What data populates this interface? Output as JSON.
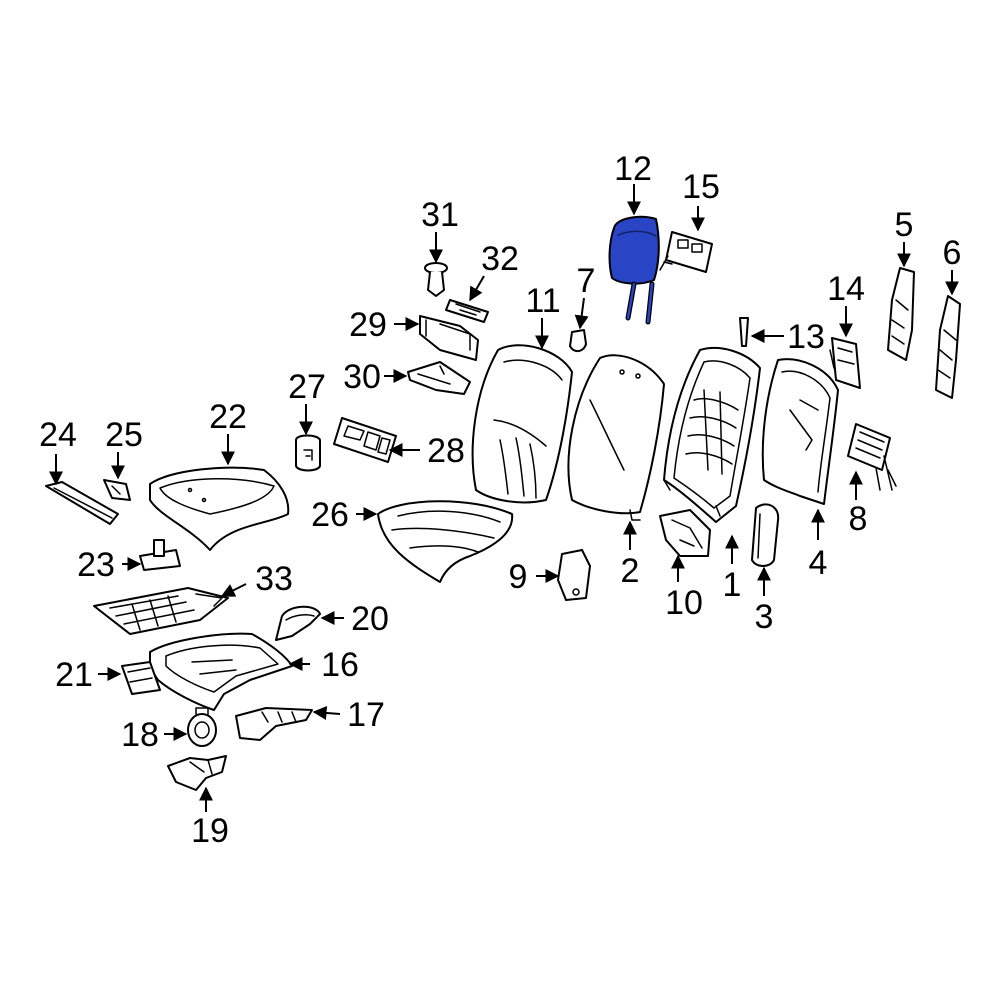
{
  "highlight_color": "#2944c4",
  "callouts": [
    {
      "id": "1",
      "text": "1"
    },
    {
      "id": "2",
      "text": "2"
    },
    {
      "id": "3",
      "text": "3"
    },
    {
      "id": "4",
      "text": "4"
    },
    {
      "id": "5",
      "text": "5"
    },
    {
      "id": "6",
      "text": "6"
    },
    {
      "id": "7",
      "text": "7"
    },
    {
      "id": "8",
      "text": "8"
    },
    {
      "id": "9",
      "text": "9"
    },
    {
      "id": "10",
      "text": "10"
    },
    {
      "id": "11",
      "text": "11"
    },
    {
      "id": "12",
      "text": "12"
    },
    {
      "id": "13",
      "text": "13"
    },
    {
      "id": "14",
      "text": "14"
    },
    {
      "id": "15",
      "text": "15"
    },
    {
      "id": "16",
      "text": "16"
    },
    {
      "id": "17",
      "text": "17"
    },
    {
      "id": "18",
      "text": "18"
    },
    {
      "id": "19",
      "text": "19"
    },
    {
      "id": "20",
      "text": "20"
    },
    {
      "id": "21",
      "text": "21"
    },
    {
      "id": "22",
      "text": "22"
    },
    {
      "id": "23",
      "text": "23"
    },
    {
      "id": "24",
      "text": "24"
    },
    {
      "id": "25",
      "text": "25"
    },
    {
      "id": "26",
      "text": "26"
    },
    {
      "id": "27",
      "text": "27"
    },
    {
      "id": "28",
      "text": "28"
    },
    {
      "id": "29",
      "text": "29"
    },
    {
      "id": "30",
      "text": "30"
    },
    {
      "id": "31",
      "text": "31"
    },
    {
      "id": "32",
      "text": "32"
    },
    {
      "id": "33",
      "text": "33"
    }
  ]
}
